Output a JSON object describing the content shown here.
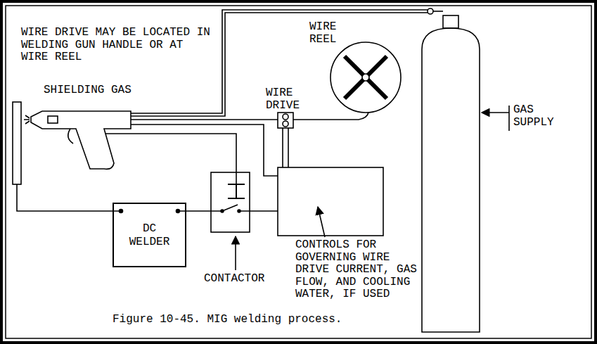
{
  "diagram": {
    "caption": "Figure 10-45. MIG welding process.",
    "nodes": [
      {
        "text": [
          "DC WELDER"
        ]
      }
    ],
    "labels": [
      "WIRE DRIVE MAY BE LOCATED IN WELDING GUN HANDLE OR AT WIRE REEL",
      "WIRE REEL",
      "SHIELDING GAS",
      "WIRE DRIVE",
      "GAS SUPPLY",
      "CONTACTOR",
      "CONTROLS FOR GOVERNING WIRE DRIVE CURRENT, GAS FLOW, AND COOLING WATER, IF USED"
    ]
  }
}
